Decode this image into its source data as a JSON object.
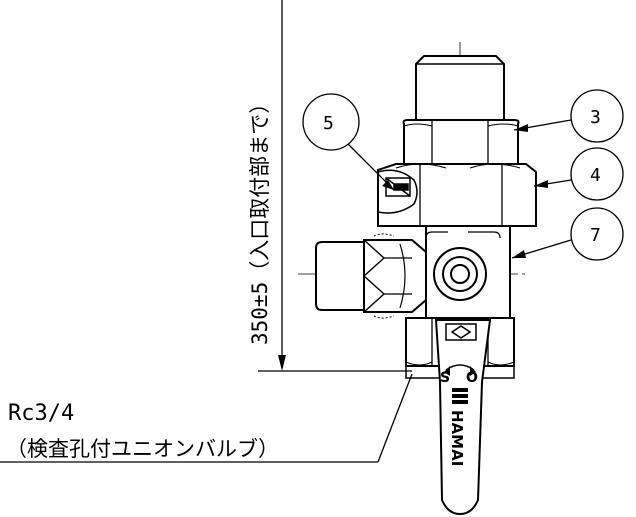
{
  "dimension": {
    "label": "350±5（入口取付部まで）"
  },
  "balloons": [
    "5",
    "3",
    "4",
    "7"
  ],
  "callout": {
    "line1": "Rc3/4",
    "line2": "（検査孔付ユニオンバルブ）"
  },
  "handle": {
    "brand": "HAMAI",
    "mark_s": "S",
    "mark_o": "O"
  }
}
